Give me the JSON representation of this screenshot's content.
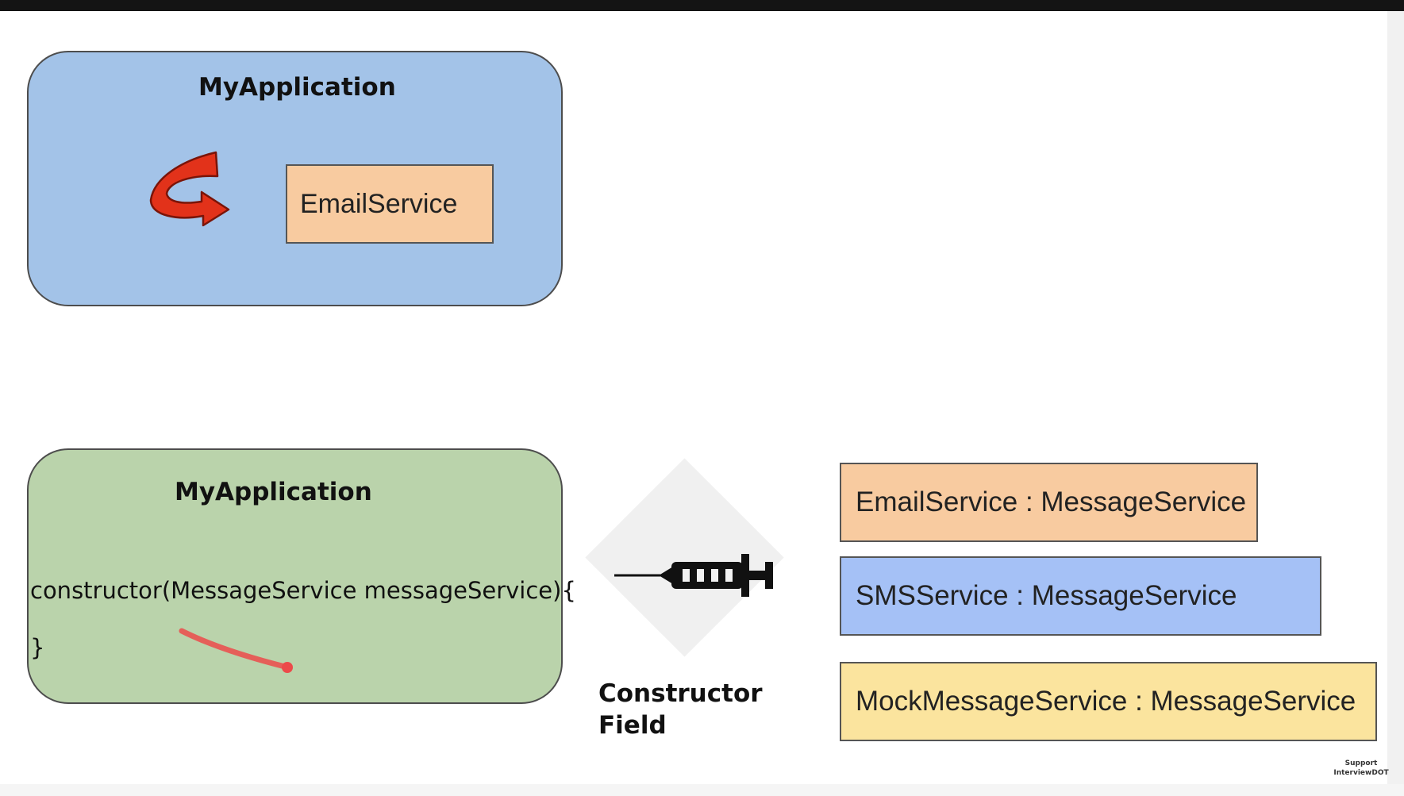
{
  "top_diagram": {
    "title": "MyApplication",
    "inner_box_label": "EmailService",
    "arrow_icon": "curved-arrow-icon",
    "colors": {
      "box": "#a3c3e8",
      "inner": "#f8cba0",
      "arrow": "#e2321a"
    }
  },
  "bottom_diagram": {
    "title": "MyApplication",
    "code_line1": "constructor(MessageService messageService){",
    "code_line2": "}",
    "colors": {
      "box": "#bad3ab",
      "stroke": "#ec4a4a"
    }
  },
  "injection": {
    "icon": "syringe-icon",
    "label1": "Constructor",
    "label2": "Field"
  },
  "services": [
    {
      "label": "EmailService : MessageService",
      "color": "#f8cba0"
    },
    {
      "label": "SMSService : MessageService",
      "color": "#a5c1f6"
    },
    {
      "label": "MockMessageService : MessageService",
      "color": "#fbe49e"
    }
  ],
  "watermark": {
    "line1": "Support",
    "line2": "InterviewDOT"
  }
}
